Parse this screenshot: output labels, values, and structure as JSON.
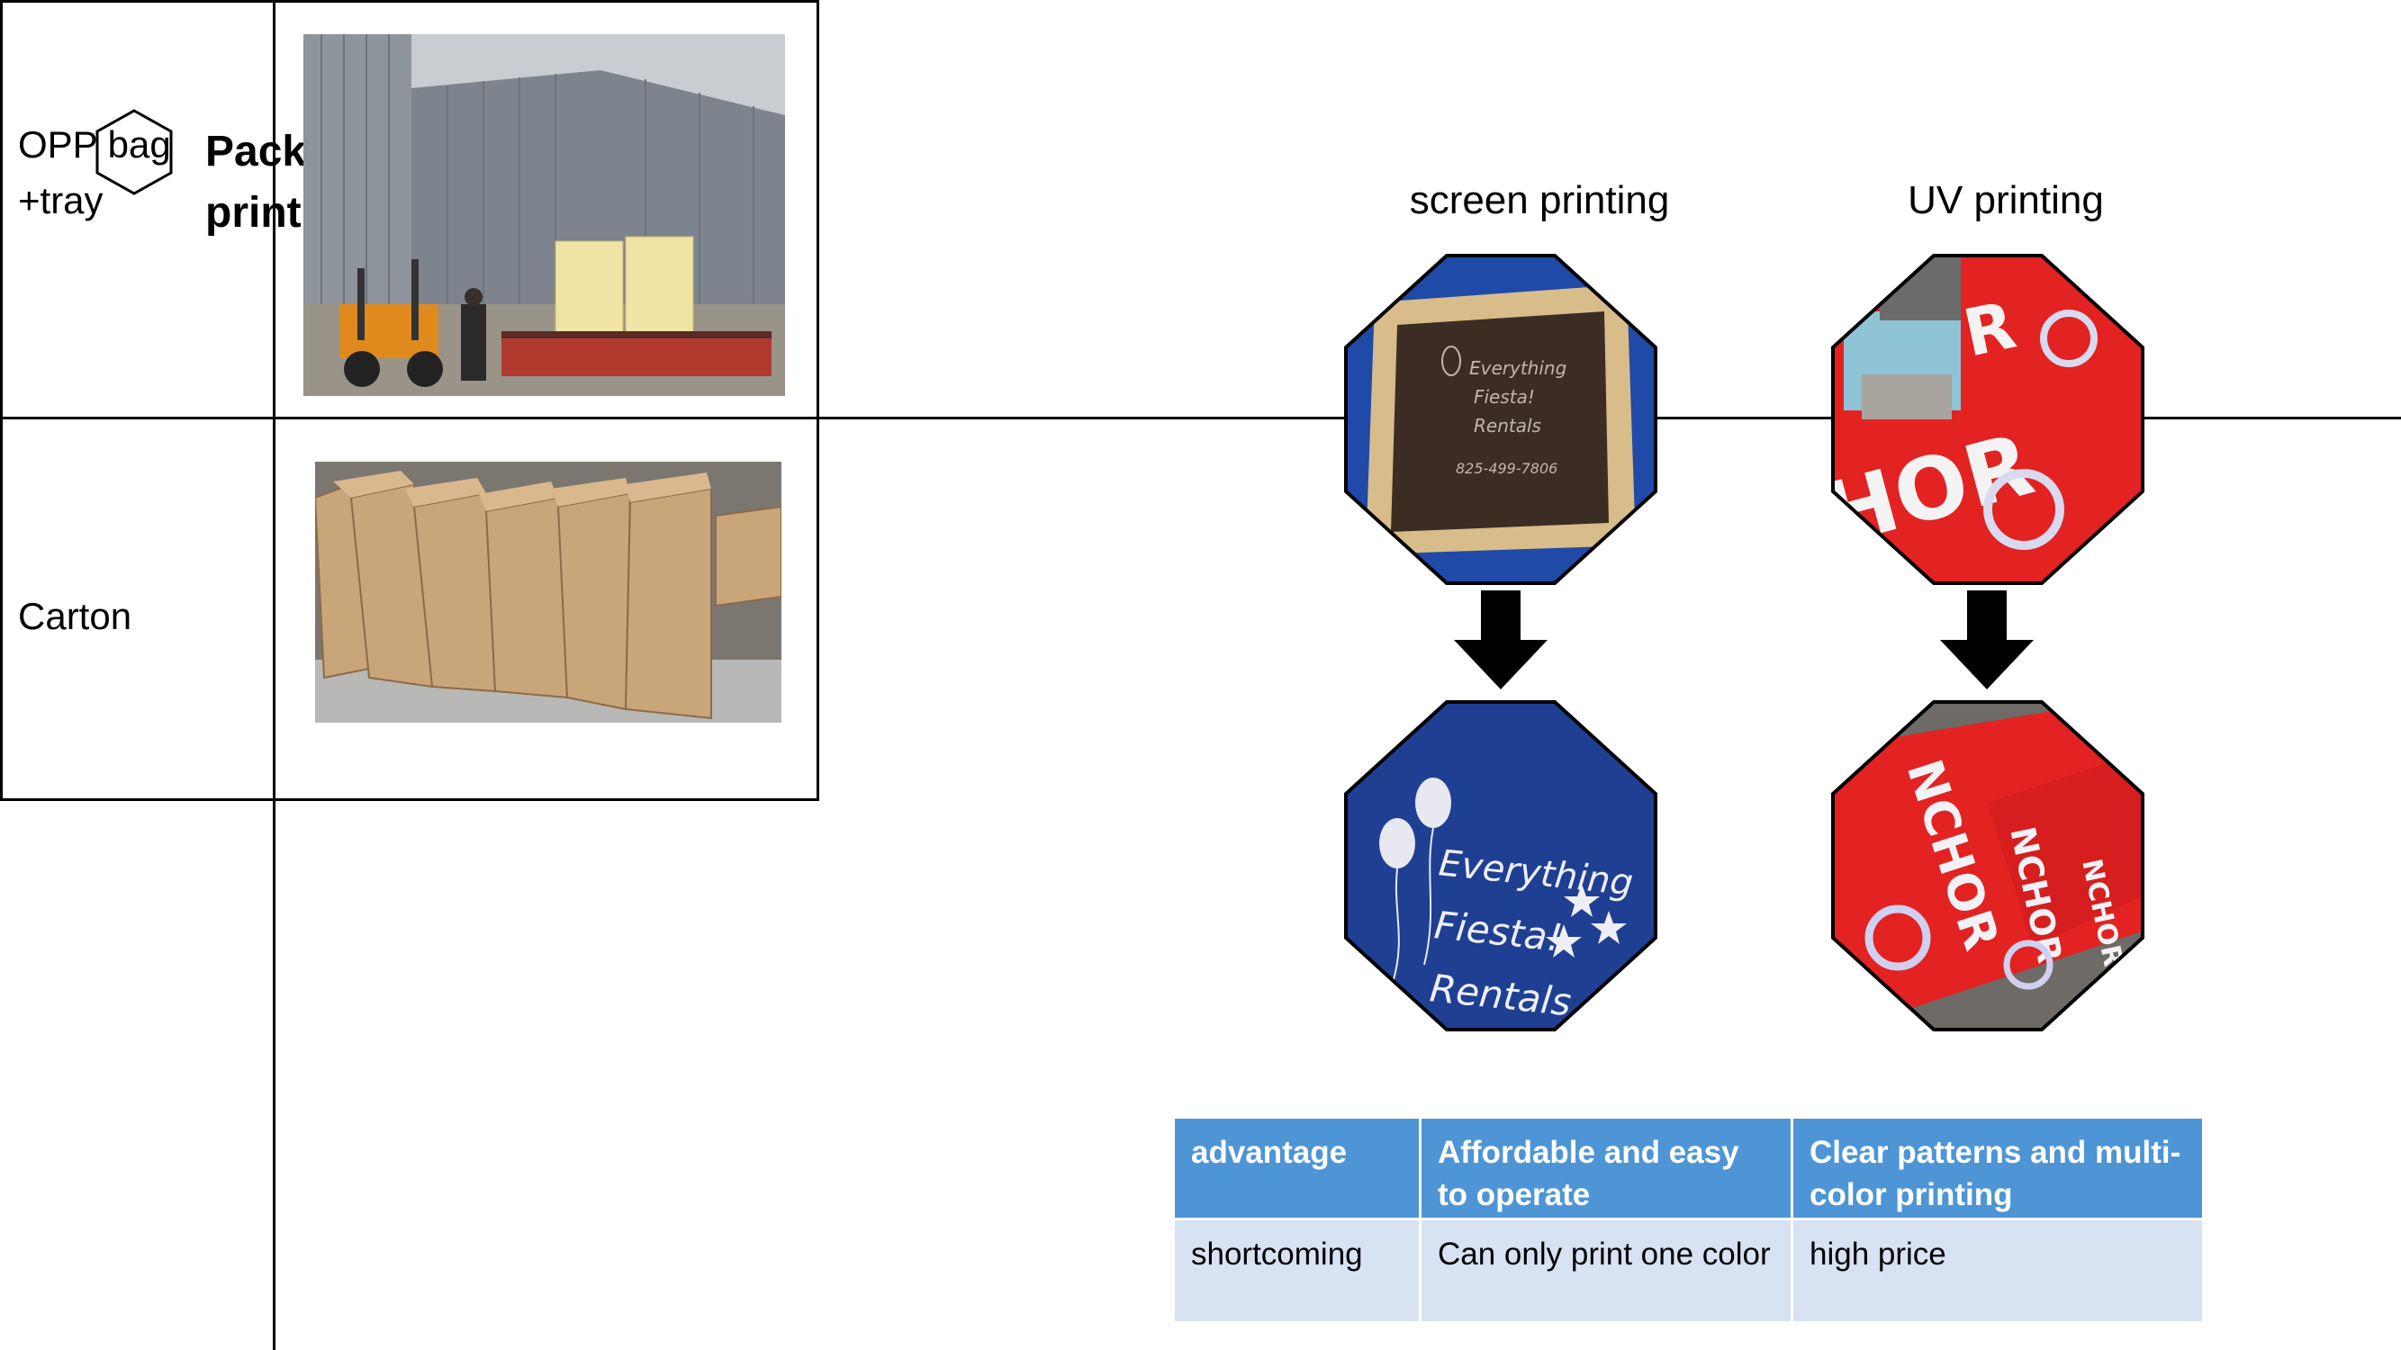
{
  "title": "Packaging and printing display",
  "packaging": {
    "rows": [
      {
        "label": "OPP bag\n+tray"
      },
      {
        "label": "Carton"
      }
    ]
  },
  "printing": {
    "screen_label": "screen printing",
    "uv_label": "UV printing",
    "screen_sign_text": [
      "Everything",
      "Fiesta!",
      "Rentals"
    ],
    "screen_sign_contact": "825-499-7806",
    "uv_sign_text": "NCHOR"
  },
  "comparison": {
    "header": [
      "advantage",
      "Affordable and easy to operate",
      "Clear patterns and multi-color printing"
    ],
    "body": [
      "shortcoming",
      "Can only print one color",
      "high price"
    ]
  },
  "colors": {
    "table_header_bg": "#4e95d6",
    "table_body_bg": "#d7e2f3",
    "uv_red": "#e32222",
    "screen_blue": "#1f4aa8"
  }
}
